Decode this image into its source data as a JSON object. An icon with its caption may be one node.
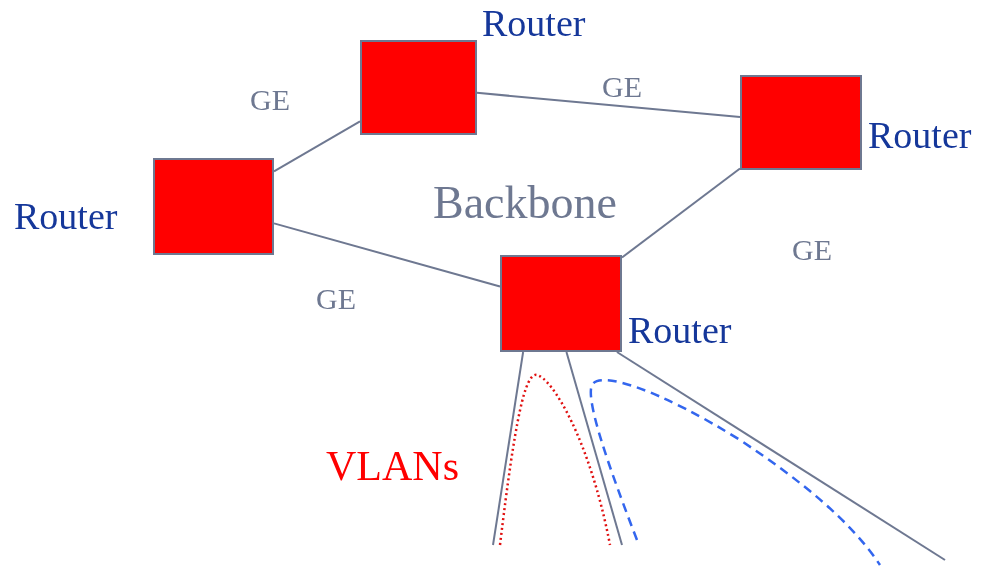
{
  "diagram": {
    "nodes": [
      {
        "text": [],
        "shape": "box",
        "beside": [
          "Router"
        ]
      },
      {
        "text": [],
        "shape": "box",
        "beside": [
          "Router"
        ]
      },
      {
        "text": [],
        "shape": "box",
        "beside": [
          "Router"
        ]
      },
      {
        "text": [],
        "shape": "box",
        "beside": [
          "Router"
        ]
      }
    ],
    "edges": [
      {
        "from": 2,
        "to": 0,
        "arrow": "none",
        "label": "GE"
      },
      {
        "from": 0,
        "to": 1,
        "arrow": "none",
        "label": "GE"
      },
      {
        "from": 1,
        "to": 3,
        "arrow": "none",
        "label": "GE"
      },
      {
        "from": 2,
        "to": 3,
        "arrow": "none",
        "label": "GE"
      },
      {
        "from": 3,
        "to": null,
        "arrow": "none"
      },
      {
        "from": 3,
        "to": null,
        "arrow": "none"
      },
      {
        "from": 3,
        "to": null,
        "arrow": "none"
      }
    ],
    "labels": [
      "Backbone",
      "VLANs"
    ]
  }
}
